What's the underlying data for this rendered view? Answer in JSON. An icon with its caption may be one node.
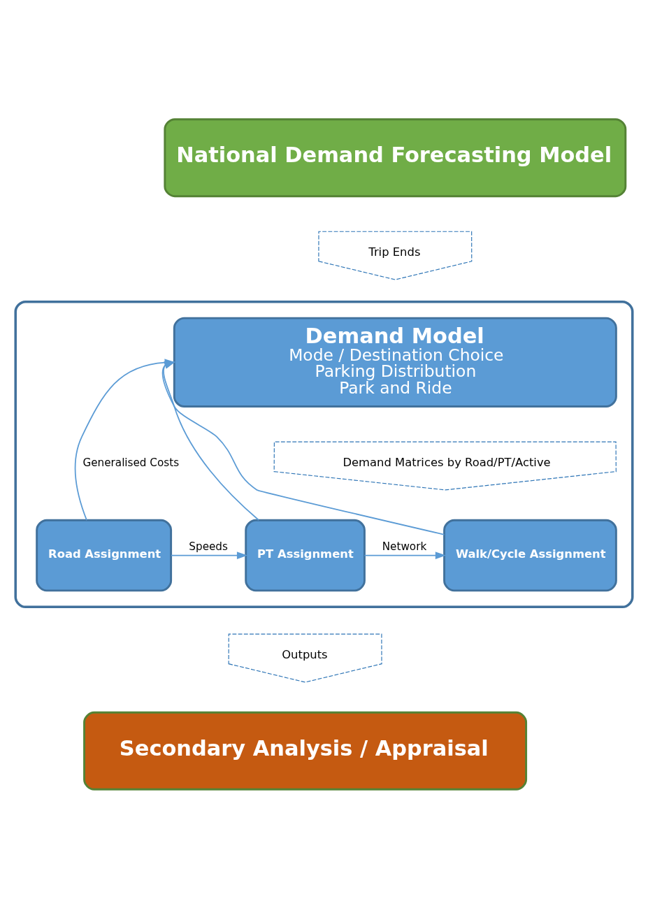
{
  "diagram": {
    "nodes": [
      {
        "text": [
          "National Demand Forecasting Model"
        ]
      },
      {
        "text": [
          "Trip Ends"
        ]
      },
      {
        "text": [],
        "shape": "box"
      },
      {
        "text": [
          "Demand Model",
          "Mode / Destination Choice",
          "Parking Distribution",
          "Park and Ride"
        ],
        "in": 2
      },
      {
        "text": [
          "Demand Matrices by Road/PT/Active"
        ],
        "in": 2
      },
      {
        "text": [
          "Road Assignment"
        ],
        "in": 2
      },
      {
        "text": [
          "PT Assignment"
        ],
        "in": 2
      },
      {
        "text": [
          "Walk/Cycle Assignment"
        ],
        "in": 2
      },
      {
        "text": [
          "Outputs"
        ]
      },
      {
        "text": [
          "Secondary Analysis / Appraisal"
        ]
      }
    ],
    "edges": [
      {
        "from": 5,
        "to": 6,
        "arrow": "to",
        "label": "Speeds"
      },
      {
        "from": 6,
        "to": 7,
        "arrow": "to",
        "label": "Network"
      },
      {
        "from": 5,
        "to": 3,
        "arrow": "to",
        "label": "Generalised Costs"
      },
      {
        "from": 6,
        "to": 3,
        "arrow": "to"
      },
      {
        "from": 7,
        "to": 3,
        "arrow": "to"
      }
    ]
  }
}
